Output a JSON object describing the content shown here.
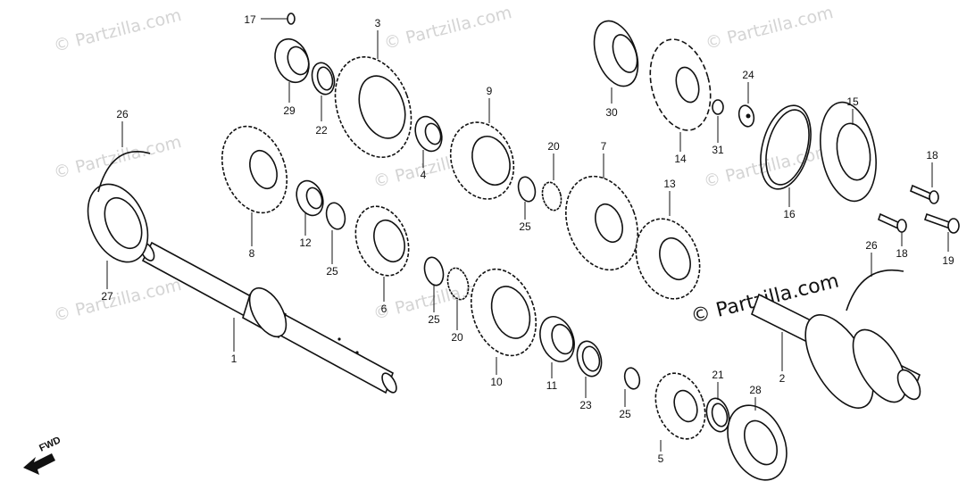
{
  "watermarks": [
    "© Partzilla.com",
    "© Partzilla.com",
    "© Partzilla.com",
    "© Partzilla.com",
    "© Partzilla.com",
    "© Partzilla.com",
    "© Partzilla.com",
    "© Partzilla.com"
  ],
  "brand_watermark": "© Partzilla.com",
  "direction_label": "FWD",
  "part_labels": [
    "17",
    "3",
    "29",
    "22",
    "26",
    "9",
    "20",
    "30",
    "14",
    "24",
    "31",
    "15",
    "18",
    "4",
    "7",
    "13",
    "8",
    "12",
    "25",
    "25",
    "16",
    "19",
    "18",
    "26",
    "27",
    "6",
    "25",
    "20",
    "1",
    "10",
    "11",
    "23",
    "25",
    "5",
    "21",
    "28",
    "2"
  ]
}
